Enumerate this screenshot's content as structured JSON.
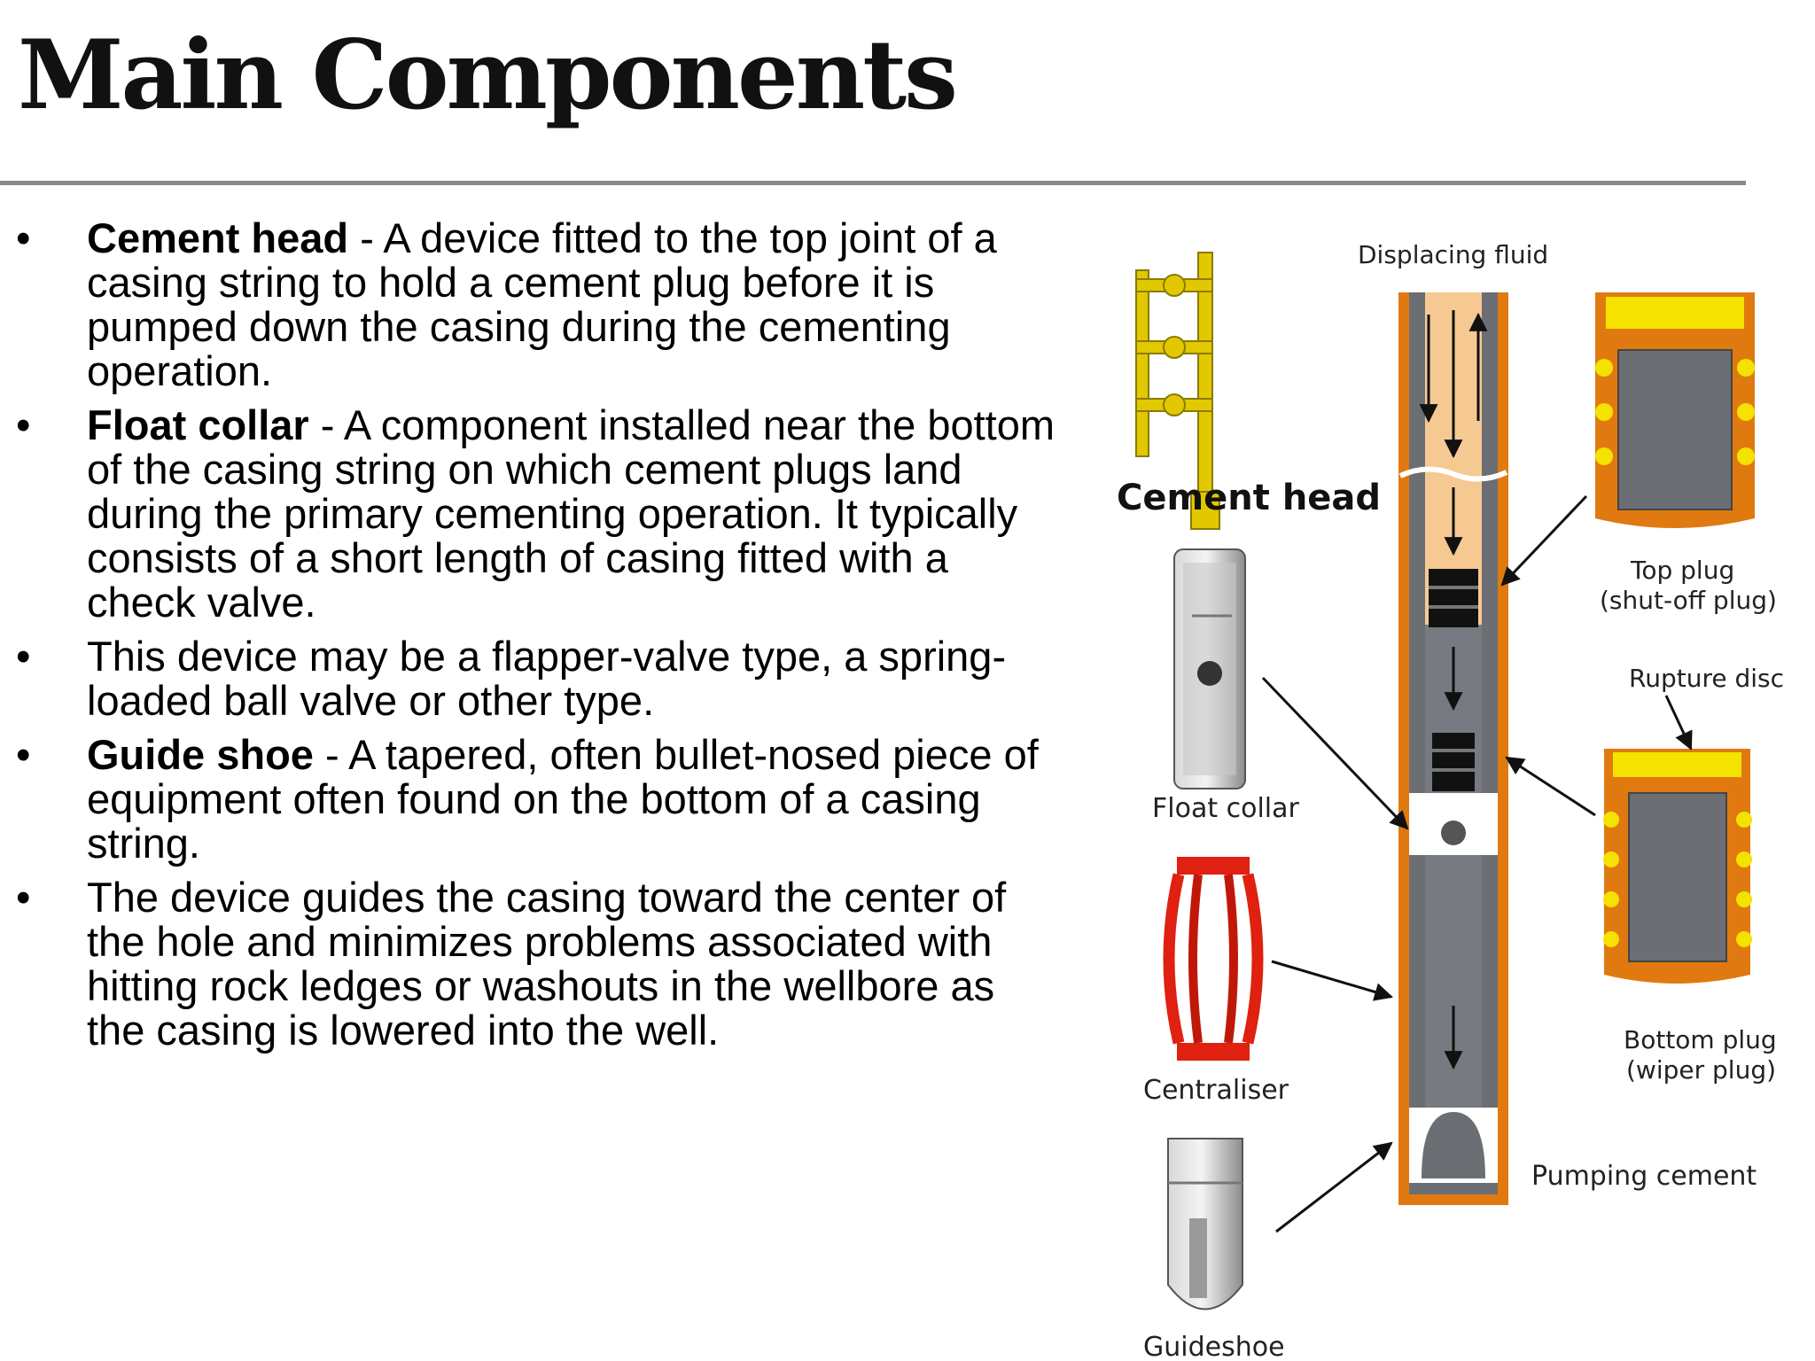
{
  "slide": {
    "title": "Main Components",
    "bullets": [
      {
        "term": "Cement head",
        "text": " - A device fitted to the top joint of a casing string to hold a cement plug before it is pumped down the casing during the cementing operation."
      },
      {
        "term": "Float collar",
        "text": " - A component installed near the bottom of the casing string on which cement plugs land during the primary cementing operation. It typically consists of a short length of casing fitted with a check valve."
      },
      {
        "term": "",
        "text": "This device may be a flapper-valve type, a spring-loaded ball valve or other type."
      },
      {
        "term": "Guide shoe",
        "text": " - A tapered, often bullet-nosed piece of equipment often found on the bottom of a casing string."
      },
      {
        "term": "",
        "text": "The device guides the casing toward the center of the hole and minimizes problems associated with hitting rock ledges or washouts in the wellbore as the casing is lowered into the well."
      }
    ]
  },
  "diagram": {
    "labels": {
      "displacing_fluid": "Displacing fluid",
      "cement_head": "Cement head",
      "top_plug_line1": "Top plug",
      "top_plug_line2": "(shut-off plug)",
      "rupture_disc": "Rupture disc",
      "float_collar": "Float collar",
      "bottom_plug_line1": "Bottom plug",
      "bottom_plug_line2": "(wiper plug)",
      "centraliser": "Centraliser",
      "pumping_cement": "Pumping cement",
      "guideshoe": "Guideshoe"
    },
    "colors": {
      "casing": "#e07a10",
      "displacing_fluid": "#f7c992",
      "cement": "#6b6e73",
      "plug_yellow": "#f4e200",
      "centraliser": "#e02010",
      "cement_head": "#e2c800"
    }
  }
}
